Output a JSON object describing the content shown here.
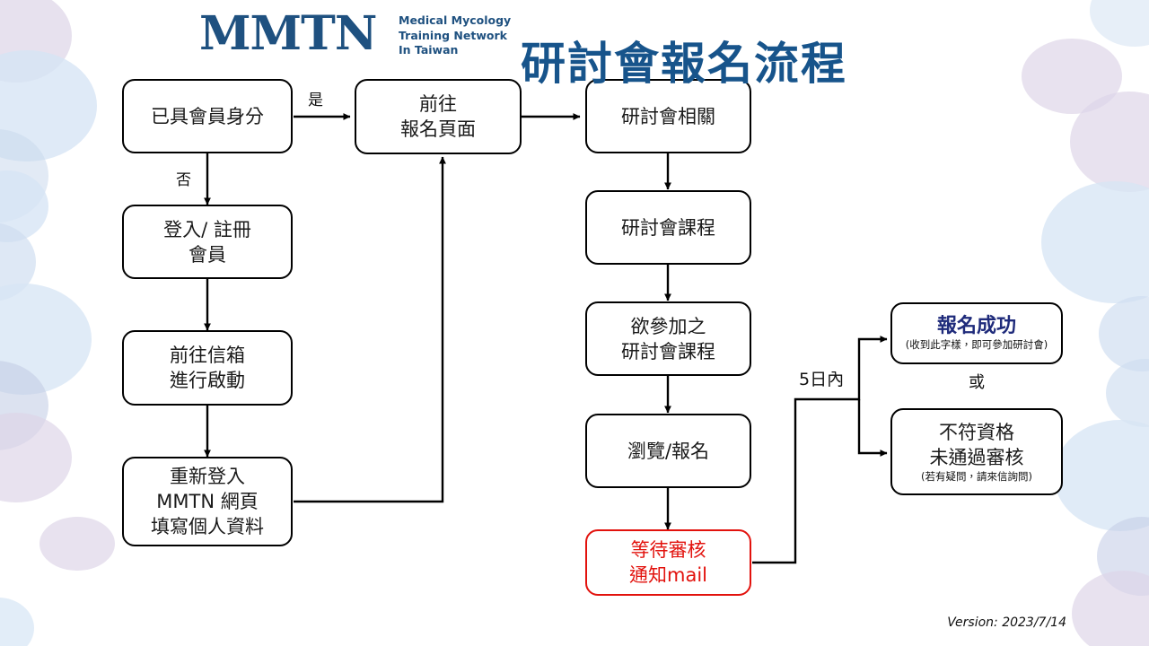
{
  "header": {
    "logo_mark": "MMTN",
    "logo_subtitle_lines": [
      "Medical Mycology",
      "Training Network",
      "In Taiwan"
    ],
    "logo_color": "#1F5180",
    "title": "研討會報名流程",
    "title_color": "#17548B"
  },
  "footer": {
    "version": "Version: 2023/7/14"
  },
  "colors": {
    "node_border": "#000000",
    "node_text": "#1a1a1a",
    "alert_red": "#E2120D",
    "success_blue": "#1F2B7B",
    "bg_blue_circle": "#CFE0F2",
    "bg_purple_circle": "#D8CFE4"
  },
  "flow": {
    "nodes": [
      {
        "id": "member-status",
        "lines": [
          "已具會員身分"
        ]
      },
      {
        "id": "login-register",
        "lines": [
          "登入/ 註冊",
          "會員"
        ]
      },
      {
        "id": "activate-mail",
        "lines": [
          "前往信箱",
          "進行啟動"
        ]
      },
      {
        "id": "relogin-profile",
        "lines": [
          "重新登入",
          "MMTN 網頁",
          "填寫個人資料"
        ]
      },
      {
        "id": "goto-signup",
        "lines": [
          "前往",
          "報名頁面"
        ]
      },
      {
        "id": "seminar-info",
        "lines": [
          "研討會相關"
        ]
      },
      {
        "id": "seminar-course",
        "lines": [
          "研討會課程"
        ]
      },
      {
        "id": "desired-course",
        "lines": [
          "欲參加之",
          "研討會課程"
        ]
      },
      {
        "id": "browse-signup",
        "lines": [
          "瀏覽/報名"
        ]
      },
      {
        "id": "await-review",
        "lines": [
          "等待審核",
          "通知mail"
        ],
        "style": "red"
      },
      {
        "id": "signup-success",
        "lines": [
          "報名成功"
        ],
        "note": "(收到此字樣，即可參加研討會)",
        "style": "success"
      },
      {
        "id": "signup-rejected",
        "lines": [
          "不符資格",
          "未通過審核"
        ],
        "note": "(若有疑問，請來信詢問)"
      }
    ],
    "edge_labels": {
      "yes": "是",
      "no": "否",
      "within_five_days": "5日內",
      "or": "或"
    }
  }
}
